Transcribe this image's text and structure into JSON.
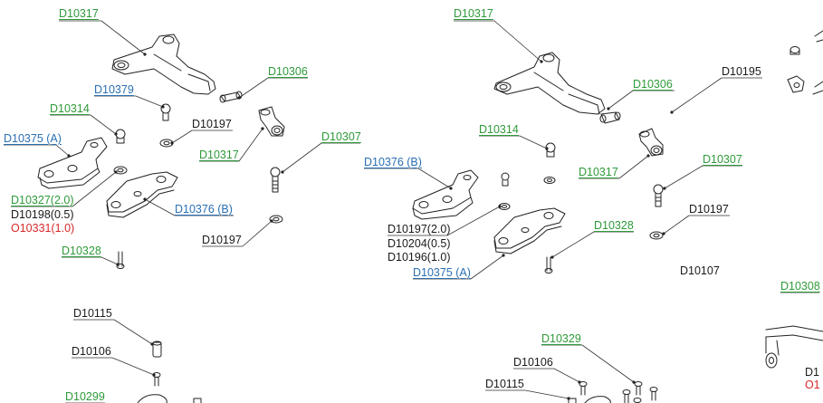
{
  "colors": {
    "green": "#2e9a3a",
    "blue": "#2a6fb3",
    "black": "#1a1a1a",
    "red": "#d8282b"
  },
  "left_assembly": {
    "d10317_top": "D10317",
    "d10306": "D10306",
    "d10379": "D10379",
    "d10314": "D10314",
    "d10197_a": "D10197",
    "d10375_a": "D10375 (A)",
    "d10317_mid": "D10317",
    "d10307": "D10307",
    "d10327": "D10327(2.0)",
    "d10198": "D10198(0.5)",
    "o10331": "O10331(1.0)",
    "d10376_b": "D10376 (B)",
    "d10197_b": "D10197",
    "d10328": "D10328",
    "d10115": "D10115",
    "d10106": "D10106",
    "d10299": "D10299"
  },
  "right_assembly": {
    "d10317_top": "D10317",
    "d10195": "D10195",
    "d10306": "D10306",
    "d10314": "D10314",
    "d10376_b": "D10376 (B)",
    "d10317_mid": "D10317",
    "d10307": "D10307",
    "d10197_a": "D10197(2.0)",
    "d10204": "D10204(0.5)",
    "d10196": "D10196(1.0)",
    "d10197_b": "D10197",
    "d10328": "D10328",
    "d10375_a": "D10375 (A)",
    "d10107": "D10107",
    "d10329": "D10329",
    "d10106": "D10106",
    "d10115": "D10115",
    "d10308": "D10308",
    "cut_dark": "D1",
    "cut_red": "O1"
  }
}
